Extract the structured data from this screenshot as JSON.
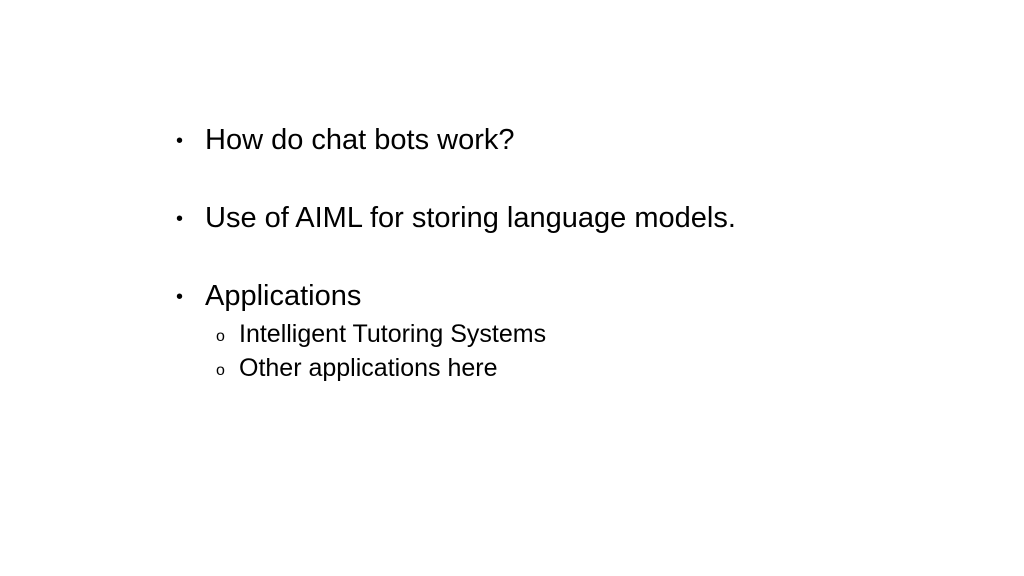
{
  "slide": {
    "bullets": [
      {
        "marker": "•",
        "text": "How do chat bots work?"
      },
      {
        "marker": "•",
        "text": "Use of AIML for storing language models."
      },
      {
        "marker": "•",
        "text": "Applications",
        "sub_items": [
          {
            "marker": "o",
            "text": "Intelligent Tutoring Systems"
          },
          {
            "marker": "o",
            "text": "Other applications here"
          }
        ]
      }
    ]
  }
}
